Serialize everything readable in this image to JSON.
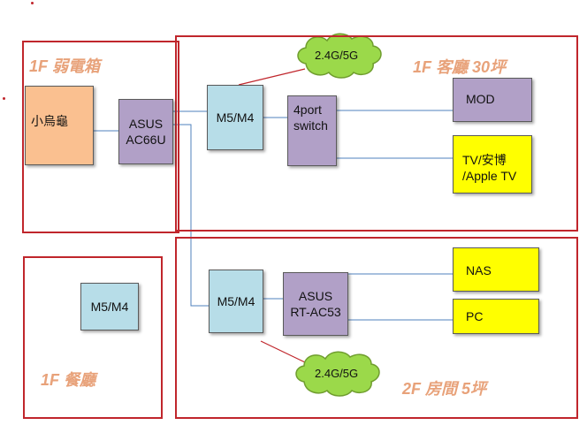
{
  "regions": {
    "f1_box": "1F 弱電箱",
    "f1_living": "1F 客廳 30坪",
    "f1_dining": "1F 餐廳",
    "f2_room": "2F 房間 5坪"
  },
  "nodes": {
    "turtle": "小烏龜",
    "ac66u": "ASUS\nAC66U",
    "m5m4_1f": "M5/M4",
    "switch": "4port\nswitch",
    "mod": "MOD",
    "tv": "TV/安博\n/Apple TV",
    "m5m4_dining": "M5/M4",
    "m5m4_2f": "M5/M4",
    "rtac53": "ASUS\nRT-AC53",
    "nas": "NAS",
    "pc": "PC"
  },
  "clouds": {
    "wifi_1f": "2.4G/5G",
    "wifi_2f": "2.4G/5G"
  },
  "colors": {
    "region_border": "#c0262c",
    "region_label": "#e8a27a",
    "node_blue": "#b7dde8",
    "node_purple": "#b1a0c7",
    "node_peach": "#fac090",
    "node_yellow": "#ffff00",
    "cloud_fill": "#9bd94a",
    "wire": "#4f81bd"
  }
}
